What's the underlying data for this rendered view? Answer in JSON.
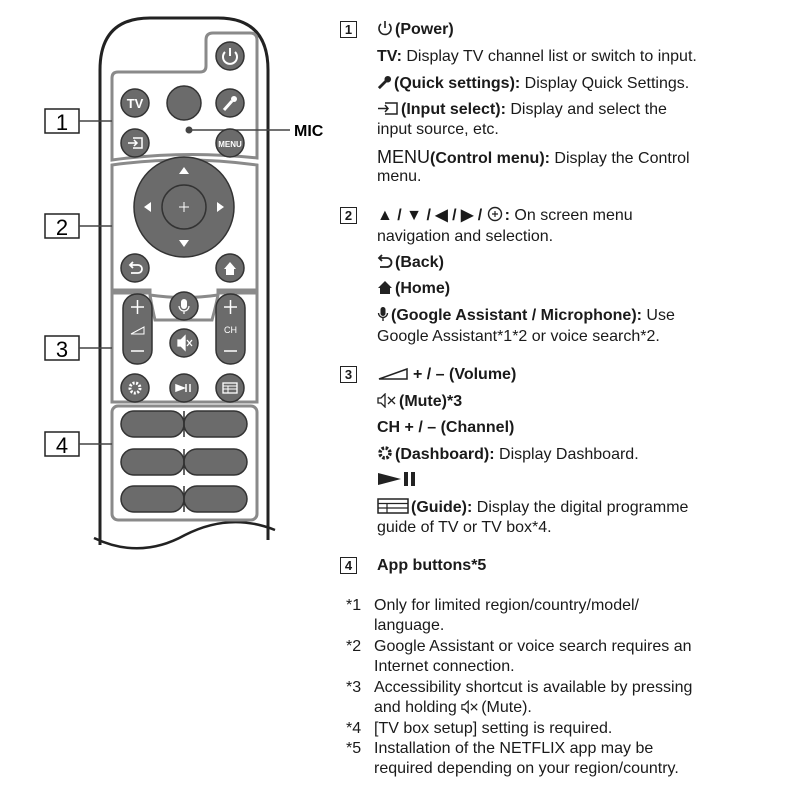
{
  "remote": {
    "callouts": [
      "1",
      "2",
      "3",
      "4"
    ],
    "mic_label": "MIC",
    "tv_button": "TV",
    "menu_button": "MENU",
    "ch_label": "CH"
  },
  "sections": [
    {
      "num": "1",
      "items": [
        {
          "title": "(Power)",
          "desc": ""
        },
        {
          "title": "TV:",
          "desc": " Display TV channel list or switch to input."
        },
        {
          "title": "(Quick settings):",
          "desc": " Display Quick Settings."
        },
        {
          "title": "(Input select):",
          "desc": " Display and select the",
          "desc2": "input source, etc."
        },
        {
          "prefix": "MENU",
          "title": "(Control menu):",
          "desc": " Display the Control",
          "desc2": "menu."
        }
      ]
    },
    {
      "num": "2",
      "items": [
        {
          "title": "▲ / ▼ / ◀ / ▶ / ",
          "suffix": ":",
          "desc": " On screen menu",
          "desc2": "navigation and selection."
        },
        {
          "title": "(Back)"
        },
        {
          "title": "(Home)"
        },
        {
          "title": "(Google Assistant / Microphone):",
          "desc": " Use",
          "desc2": "Google Assistant*1*2 or voice search*2."
        }
      ]
    },
    {
      "num": "3",
      "items": [
        {
          "title": "+ / – (Volume)"
        },
        {
          "title": "(Mute)*3"
        },
        {
          "title": "CH + / – (Channel)"
        },
        {
          "title": "(Dashboard):",
          "desc": " Display Dashboard."
        },
        {
          "title": ""
        },
        {
          "title": "(Guide):",
          "desc": " Display the digital programme",
          "desc2": "guide of TV or TV box*4."
        }
      ]
    },
    {
      "num": "4",
      "items": [
        {
          "title": "App buttons*5"
        }
      ]
    }
  ],
  "footnotes": [
    {
      "key": "*1",
      "lines": [
        "Only for limited region/country/model/",
        "language."
      ]
    },
    {
      "key": "*2",
      "lines": [
        "Google Assistant or voice search requires an",
        "Internet connection."
      ]
    },
    {
      "key": "*3",
      "lines": [
        "Accessibility shortcut is available by pressing",
        "and holding ",
        "(Mute)."
      ]
    },
    {
      "key": "*4",
      "lines": [
        "[TV box setup] setting is required."
      ]
    },
    {
      "key": "*5",
      "lines": [
        "Installation of the NETFLIX app may be",
        "required depending on your region/country."
      ]
    }
  ],
  "colors": {
    "button": "#6b6b6b",
    "outline": "#222222",
    "panel": "#8a8a8a"
  }
}
